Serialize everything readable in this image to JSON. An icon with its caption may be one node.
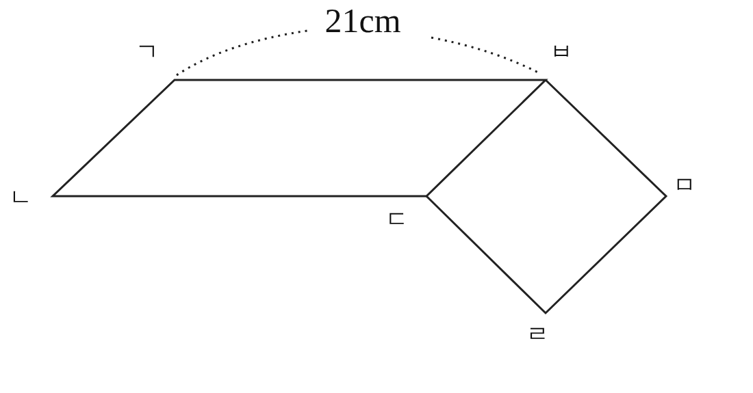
{
  "diagram": {
    "labels": [
      "21cm",
      "ㄱ",
      "ㅂ",
      "ㄴ",
      "ㅁ",
      "ㄷ",
      "ㄹ"
    ]
  }
}
